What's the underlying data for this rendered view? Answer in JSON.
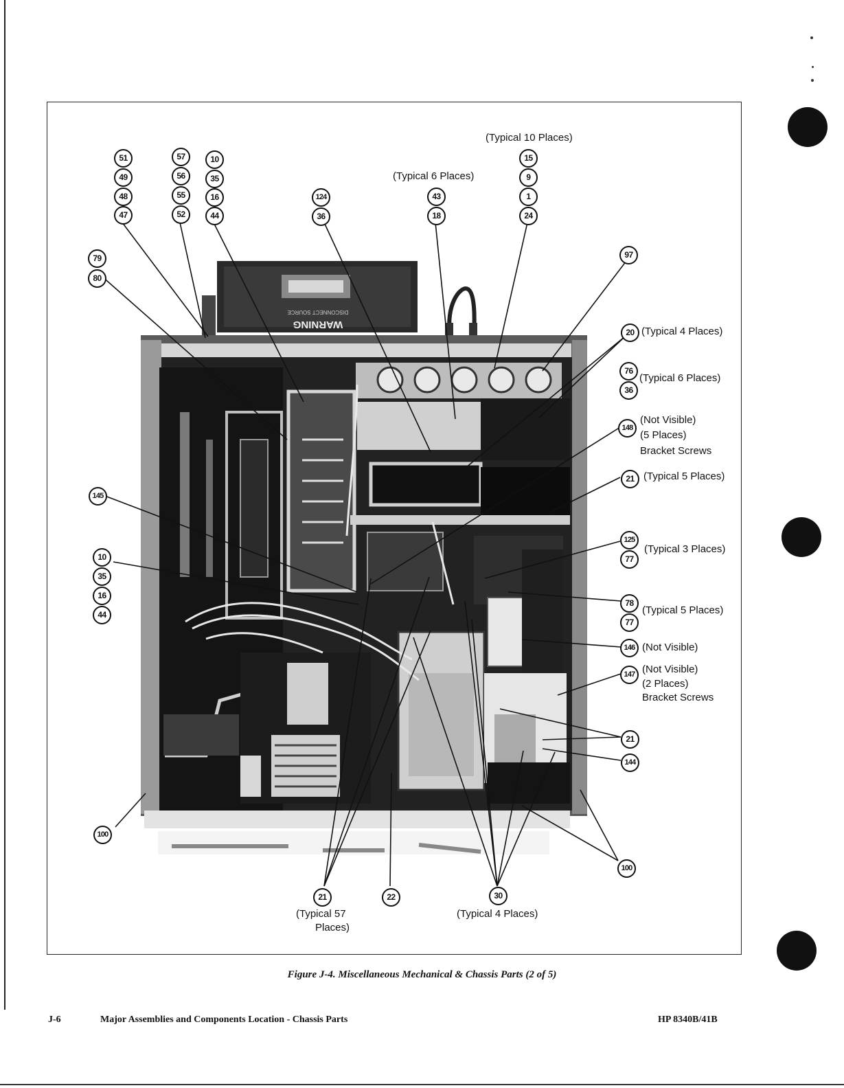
{
  "figure": {
    "caption": "Figure J-4. Miscellaneous Mechanical & Chassis Parts (2 of 5)"
  },
  "callouts": [
    "51",
    "49",
    "48",
    "47",
    "57",
    "56",
    "55",
    "52",
    "10",
    "35",
    "16",
    "44",
    "124",
    "36",
    "43",
    "18",
    "15",
    "9",
    "1",
    "24",
    "79",
    "80",
    "97",
    "20",
    "76",
    "36",
    "148",
    "21",
    "145",
    "10",
    "35",
    "16",
    "44",
    "125",
    "77",
    "78",
    "77",
    "146",
    "147",
    "21",
    "144",
    "100",
    "100",
    "21",
    "22",
    "30"
  ],
  "notes": [
    "(Typical 10 Places)",
    "(Typical 6 Places)",
    "(Typical 4 Places)",
    "(Typical 6 Places)",
    "(Not Visible)",
    "(5 Places)",
    "Bracket Screws",
    "(Typical 5 Places)",
    "(Typical 3 Places)",
    "(Typical 5 Places)",
    "(Not Visible)",
    "(Not Visible)",
    "(2 Places)",
    "Bracket Screws",
    "(Typical 57",
    "Places)",
    "(Typical 4 Places)"
  ],
  "photo": {
    "warning_label": "WARNING",
    "plate_text": "DISCONNECT SOURCE"
  },
  "footer": {
    "page_number": "J-6",
    "section_title": "Major Assemblies and Components Location - Chassis Parts",
    "model": "HP 8340B/41B"
  }
}
